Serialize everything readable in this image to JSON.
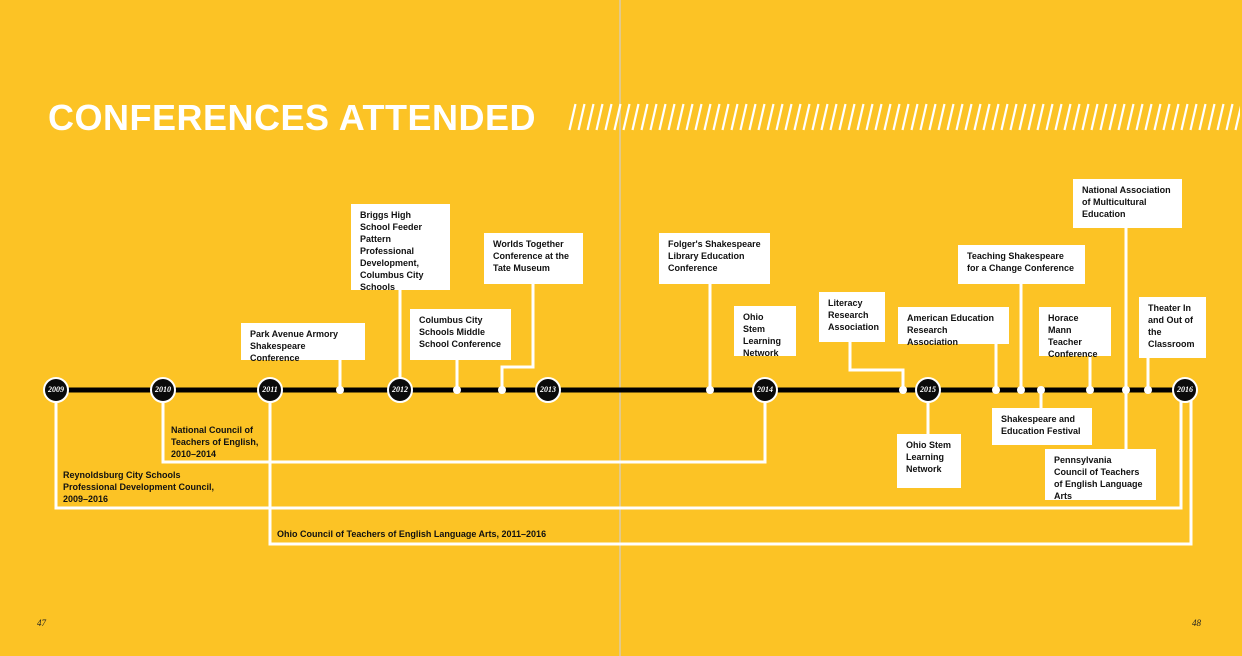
{
  "title": "CONFERENCES ATTENDED",
  "colors": {
    "background": "#fcc325",
    "connector": "#ffffff",
    "axis": "#000000",
    "node": "#0b0b0b"
  },
  "years": [
    "2009",
    "2010",
    "2011",
    "2012",
    "2013",
    "2014",
    "2015",
    "2016"
  ],
  "conferences": {
    "park_avenue": "Park Avenue Armory Shakespeare Conference",
    "briggs": "Briggs High School Feeder Pattern Professional Development, Columbus City Schools",
    "columbus_middle": "Columbus City Schools Middle School Conference",
    "worlds_together": "Worlds Together Conference at the Tate Museum",
    "folger": "Folger's Shakespeare Library Education Conference",
    "ohio_stem_top": "Ohio Stem Learning Network",
    "literacy": "Literacy Research Association",
    "aera": "American Education Research Association",
    "teaching_shakespeare": "Teaching Shakespeare for a Change Conference",
    "horace_mann": "Horace Mann Teacher Conference",
    "name_multicultural": "National Association of Multicultural Education",
    "theater": "Theater In and Out of the Classroom",
    "ohio_stem_bottom": "Ohio Stem Learning Network",
    "shakespeare_festival": "Shakespeare and Education Festival",
    "pennsylvania": "Pennsylvania Council of Teachers of English Language Arts"
  },
  "memberships": {
    "ncte": "National Council of Teachers of English, 2010–2014",
    "reynoldsburg": "Reynoldsburg City Schools Professional Development Council, 2009–2016",
    "ohio_council": "Ohio Council of Teachers of English Language Arts, 2011–2016"
  },
  "page_numbers": {
    "left": "47",
    "right": "48"
  }
}
